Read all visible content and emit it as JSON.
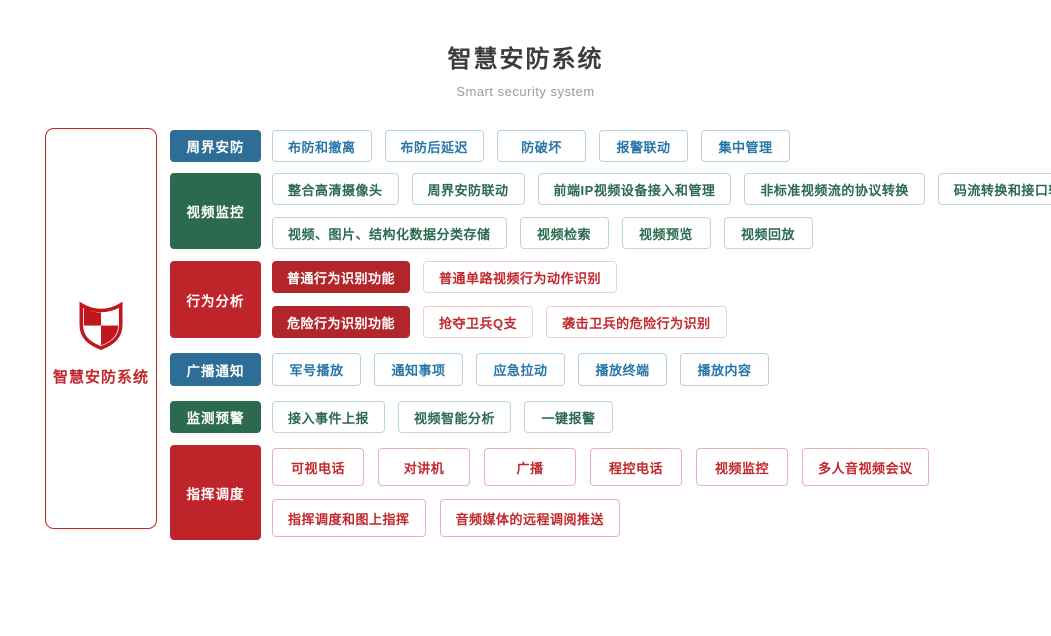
{
  "header": {
    "title": "智慧安防系统",
    "subtitle": "Smart security system"
  },
  "root": {
    "label": "智慧安防系统",
    "icon": "shield-icon"
  },
  "palette": {
    "blue": "#2e6d96",
    "green": "#2b6a4e",
    "red": "#bf242a",
    "button_filled_red": "#b2262b",
    "blue_button_text": "#2776a9",
    "blue_button_border": "#b5d2e4",
    "green_button_text": "#2b6a4e",
    "green_button_border": "#bed9cd",
    "red_button_text": "#c2282e",
    "red_button_border": "#e9b2b5",
    "red_button_border_light": "#f2ced1",
    "panel_border": "#c2262c",
    "shield_red": "#c2161d",
    "title_color": "#3c3c3c",
    "subtitle_color": "#9b9b9b"
  },
  "groups": [
    {
      "id": "perimeter",
      "label": "周界安防",
      "color": "blue",
      "rows": [
        [
          {
            "label": "布防和撤离"
          },
          {
            "label": "布防后延迟"
          },
          {
            "label": "防破坏"
          },
          {
            "label": "报警联动"
          },
          {
            "label": "集中管理"
          }
        ]
      ]
    },
    {
      "id": "video",
      "label": "视频监控",
      "color": "green",
      "rows": [
        [
          {
            "label": "整合高清摄像头"
          },
          {
            "label": "周界安防联动"
          },
          {
            "label": "前端IP视频设备接入和管理"
          },
          {
            "label": "非标准视频流的协议转换"
          },
          {
            "label": "码流转换和接口转换"
          }
        ],
        [
          {
            "label": "视频、图片、结构化数据分类存储"
          },
          {
            "label": "视频检索"
          },
          {
            "label": "视频预览"
          },
          {
            "label": "视频回放"
          }
        ]
      ]
    },
    {
      "id": "behavior",
      "label": "行为分析",
      "color": "red",
      "rows": [
        [
          {
            "label": "普通行为识别功能",
            "filled": true
          },
          {
            "label": "普通单路视频行为动作识别",
            "border_light": true
          }
        ],
        [
          {
            "label": "危险行为识别功能",
            "filled": true
          },
          {
            "label": "抢夺卫兵Q支",
            "border_light": true
          },
          {
            "label": "袭击卫兵的危险行为识别",
            "border_light": true
          }
        ]
      ]
    },
    {
      "id": "broadcast",
      "label": "广播通知",
      "color": "blue",
      "rows": [
        [
          {
            "label": "军号播放"
          },
          {
            "label": "通知事项"
          },
          {
            "label": "应急拉动"
          },
          {
            "label": "播放终端"
          },
          {
            "label": "播放内容"
          }
        ]
      ]
    },
    {
      "id": "monitor",
      "label": "监测预警",
      "color": "green",
      "rows": [
        [
          {
            "label": "接入事件上报"
          },
          {
            "label": "视频智能分析"
          },
          {
            "label": "一键报警"
          }
        ]
      ]
    },
    {
      "id": "dispatch",
      "label": "指挥调度",
      "color": "red",
      "rows": [
        [
          {
            "label": "可视电话"
          },
          {
            "label": "对讲机"
          },
          {
            "label": "广播"
          },
          {
            "label": "程控电话"
          },
          {
            "label": "视频监控"
          },
          {
            "label": "多人音视频会议"
          }
        ],
        [
          {
            "label": "指挥调度和图上指挥"
          },
          {
            "label": "音频媒体的远程调阅推送"
          }
        ]
      ]
    }
  ]
}
